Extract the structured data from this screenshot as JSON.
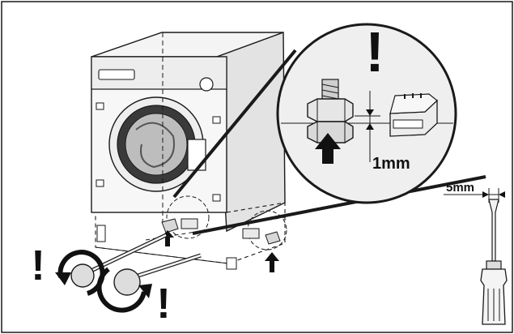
{
  "labels": {
    "gap": "1mm",
    "blade_width": "5mm"
  },
  "symbols": {
    "warning_top": "!",
    "warning_left": "!",
    "warning_bottom": "!"
  },
  "colors": {
    "stroke": "#1a1a1a",
    "drum_ring": "#3a3a3a",
    "panel": "#e9e9e9",
    "panel_shade": "#d2d2d2",
    "magnifier": "#efefef"
  },
  "icons": [
    "machine-illustration",
    "magnifier-circle",
    "screwdriver-icon",
    "wrench-icon",
    "rotate-arrow-icon",
    "up-arrow-icon",
    "warning-exclamation-icon"
  ]
}
